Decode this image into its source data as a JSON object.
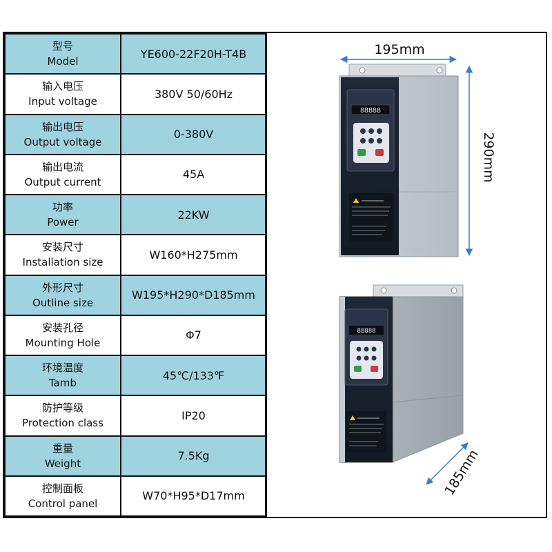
{
  "specs": [
    {
      "cn": "型号",
      "en": "Model",
      "value": "YE600-22F20H-T4B"
    },
    {
      "cn": "输入电压",
      "en": "Input voltage",
      "value": "380V 50/60Hz"
    },
    {
      "cn": "输出电压",
      "en": "Output voltage",
      "value": "0-380V"
    },
    {
      "cn": "输出电流",
      "en": "Output current",
      "value": "45A"
    },
    {
      "cn": "功率",
      "en": "Power",
      "value": "22KW"
    },
    {
      "cn": "安装尺寸",
      "en": "Installation size",
      "value": "W160*H275mm"
    },
    {
      "cn": "外形尺寸",
      "en": "Outline size",
      "value": "W195*H290*D185mm"
    },
    {
      "cn": "安装孔径",
      "en": "Mounting Hole",
      "value": "Φ7"
    },
    {
      "cn": "环境温度",
      "en": "Tamb",
      "value": "45℃/133℉"
    },
    {
      "cn": "防护等级",
      "en": "Protection class",
      "value": "IP20"
    },
    {
      "cn": "重量",
      "en": "Weight",
      "value": "7.5Kg"
    },
    {
      "cn": "控制面板",
      "en": "Control panel",
      "value": "W70*H95*D17mm"
    }
  ],
  "dimensions": {
    "width": "195mm",
    "height": "290mm",
    "depth": "185mm"
  },
  "colors": {
    "row_blue": "#9fd3e0",
    "arrow": "#3a7fc4"
  }
}
